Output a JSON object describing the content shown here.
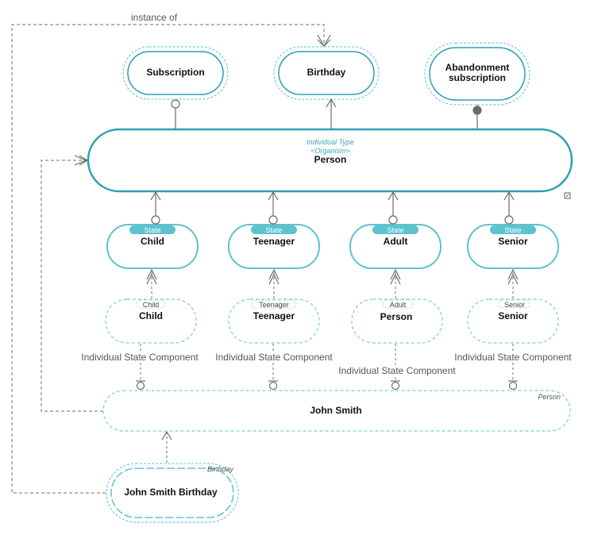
{
  "colors": {
    "teal": "#2c9fb3",
    "teal_light": "#5cc3cf",
    "teal_dashed": "#7fcbd6",
    "connector": "#6b6b6b",
    "tag_fill": "#5cc3cf"
  },
  "top_label": "instance of",
  "top_nodes": {
    "subscription": "Subscription",
    "birthday": "Birthday",
    "abandonment_line1": "Abandonment",
    "abandonment_line2": "subscription"
  },
  "person_type": {
    "stereotype": "Individual Type",
    "kind": "<Organism>",
    "name": "Person"
  },
  "states": [
    {
      "tag": "State",
      "name": "Child"
    },
    {
      "tag": "State",
      "name": "Teenager"
    },
    {
      "tag": "State",
      "name": "Adult"
    },
    {
      "tag": "State",
      "name": "Senior"
    }
  ],
  "components": [
    {
      "tag": "Child",
      "name": "Child",
      "label": "Individual State Component"
    },
    {
      "tag": "Teenager",
      "name": "Teenager",
      "label": "Individual State Component"
    },
    {
      "tag": "Adult",
      "name": "Person",
      "label": "Individual State Component"
    },
    {
      "tag": "Senior",
      "name": "Senior",
      "label": "Individual State Component"
    }
  ],
  "john_smith": {
    "name": "John Smith",
    "type_label": "Person"
  },
  "john_smith_birthday": {
    "name": "John Smith Birthday",
    "type_label": "Birthday"
  }
}
